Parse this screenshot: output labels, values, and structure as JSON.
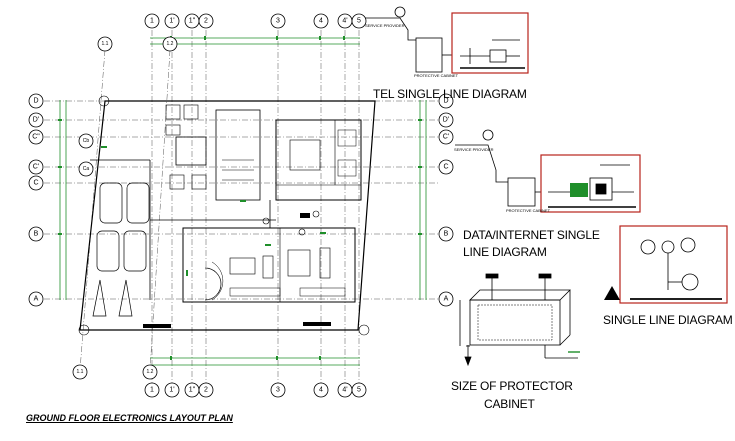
{
  "drawing": {
    "title": "GROUND FLOOR ELECTRONICS LAYOUT PLAN",
    "grid_top": [
      "1",
      "1'",
      "1\"",
      "2",
      "3",
      "4",
      "4'",
      "5"
    ],
    "grid_top_extra": [
      "1.1",
      "1.2"
    ],
    "grid_left": [
      "D",
      "D'",
      "C\"",
      "C'",
      "C",
      "B",
      "A"
    ],
    "grid_left_extra": [
      "Cb",
      "Ca"
    ],
    "grid_right": [
      "D",
      "D'",
      "C'",
      "C",
      "B",
      "A"
    ],
    "grid_bottom": [
      "1",
      "1'",
      "1\"",
      "2",
      "3",
      "4",
      "4'",
      "5"
    ],
    "grid_bottom_extra": [
      "1.1",
      "1.2"
    ]
  },
  "tel_diagram": {
    "title": "TEL SINGLE LINE DIAGRAM",
    "source_label": "SERVICE PROVIDER",
    "box_label": "PROTECTIVE CABINET"
  },
  "data_diagram": {
    "title_line1": "DATA/INTERNET SINGLE",
    "title_line2": "LINE DIAGRAM",
    "source_label": "SERVICE PROVIDER",
    "box_label": "PROTECTIVE CABINET"
  },
  "single_line": {
    "title": "SINGLE LINE DIAGRAM"
  },
  "protector": {
    "title_line1": "SIZE OF PROTECTOR",
    "title_line2": "CABINET"
  },
  "colors": {
    "ink": "#000000",
    "accent_red": "#b8231c",
    "plan_green": "#1f8f2a"
  }
}
